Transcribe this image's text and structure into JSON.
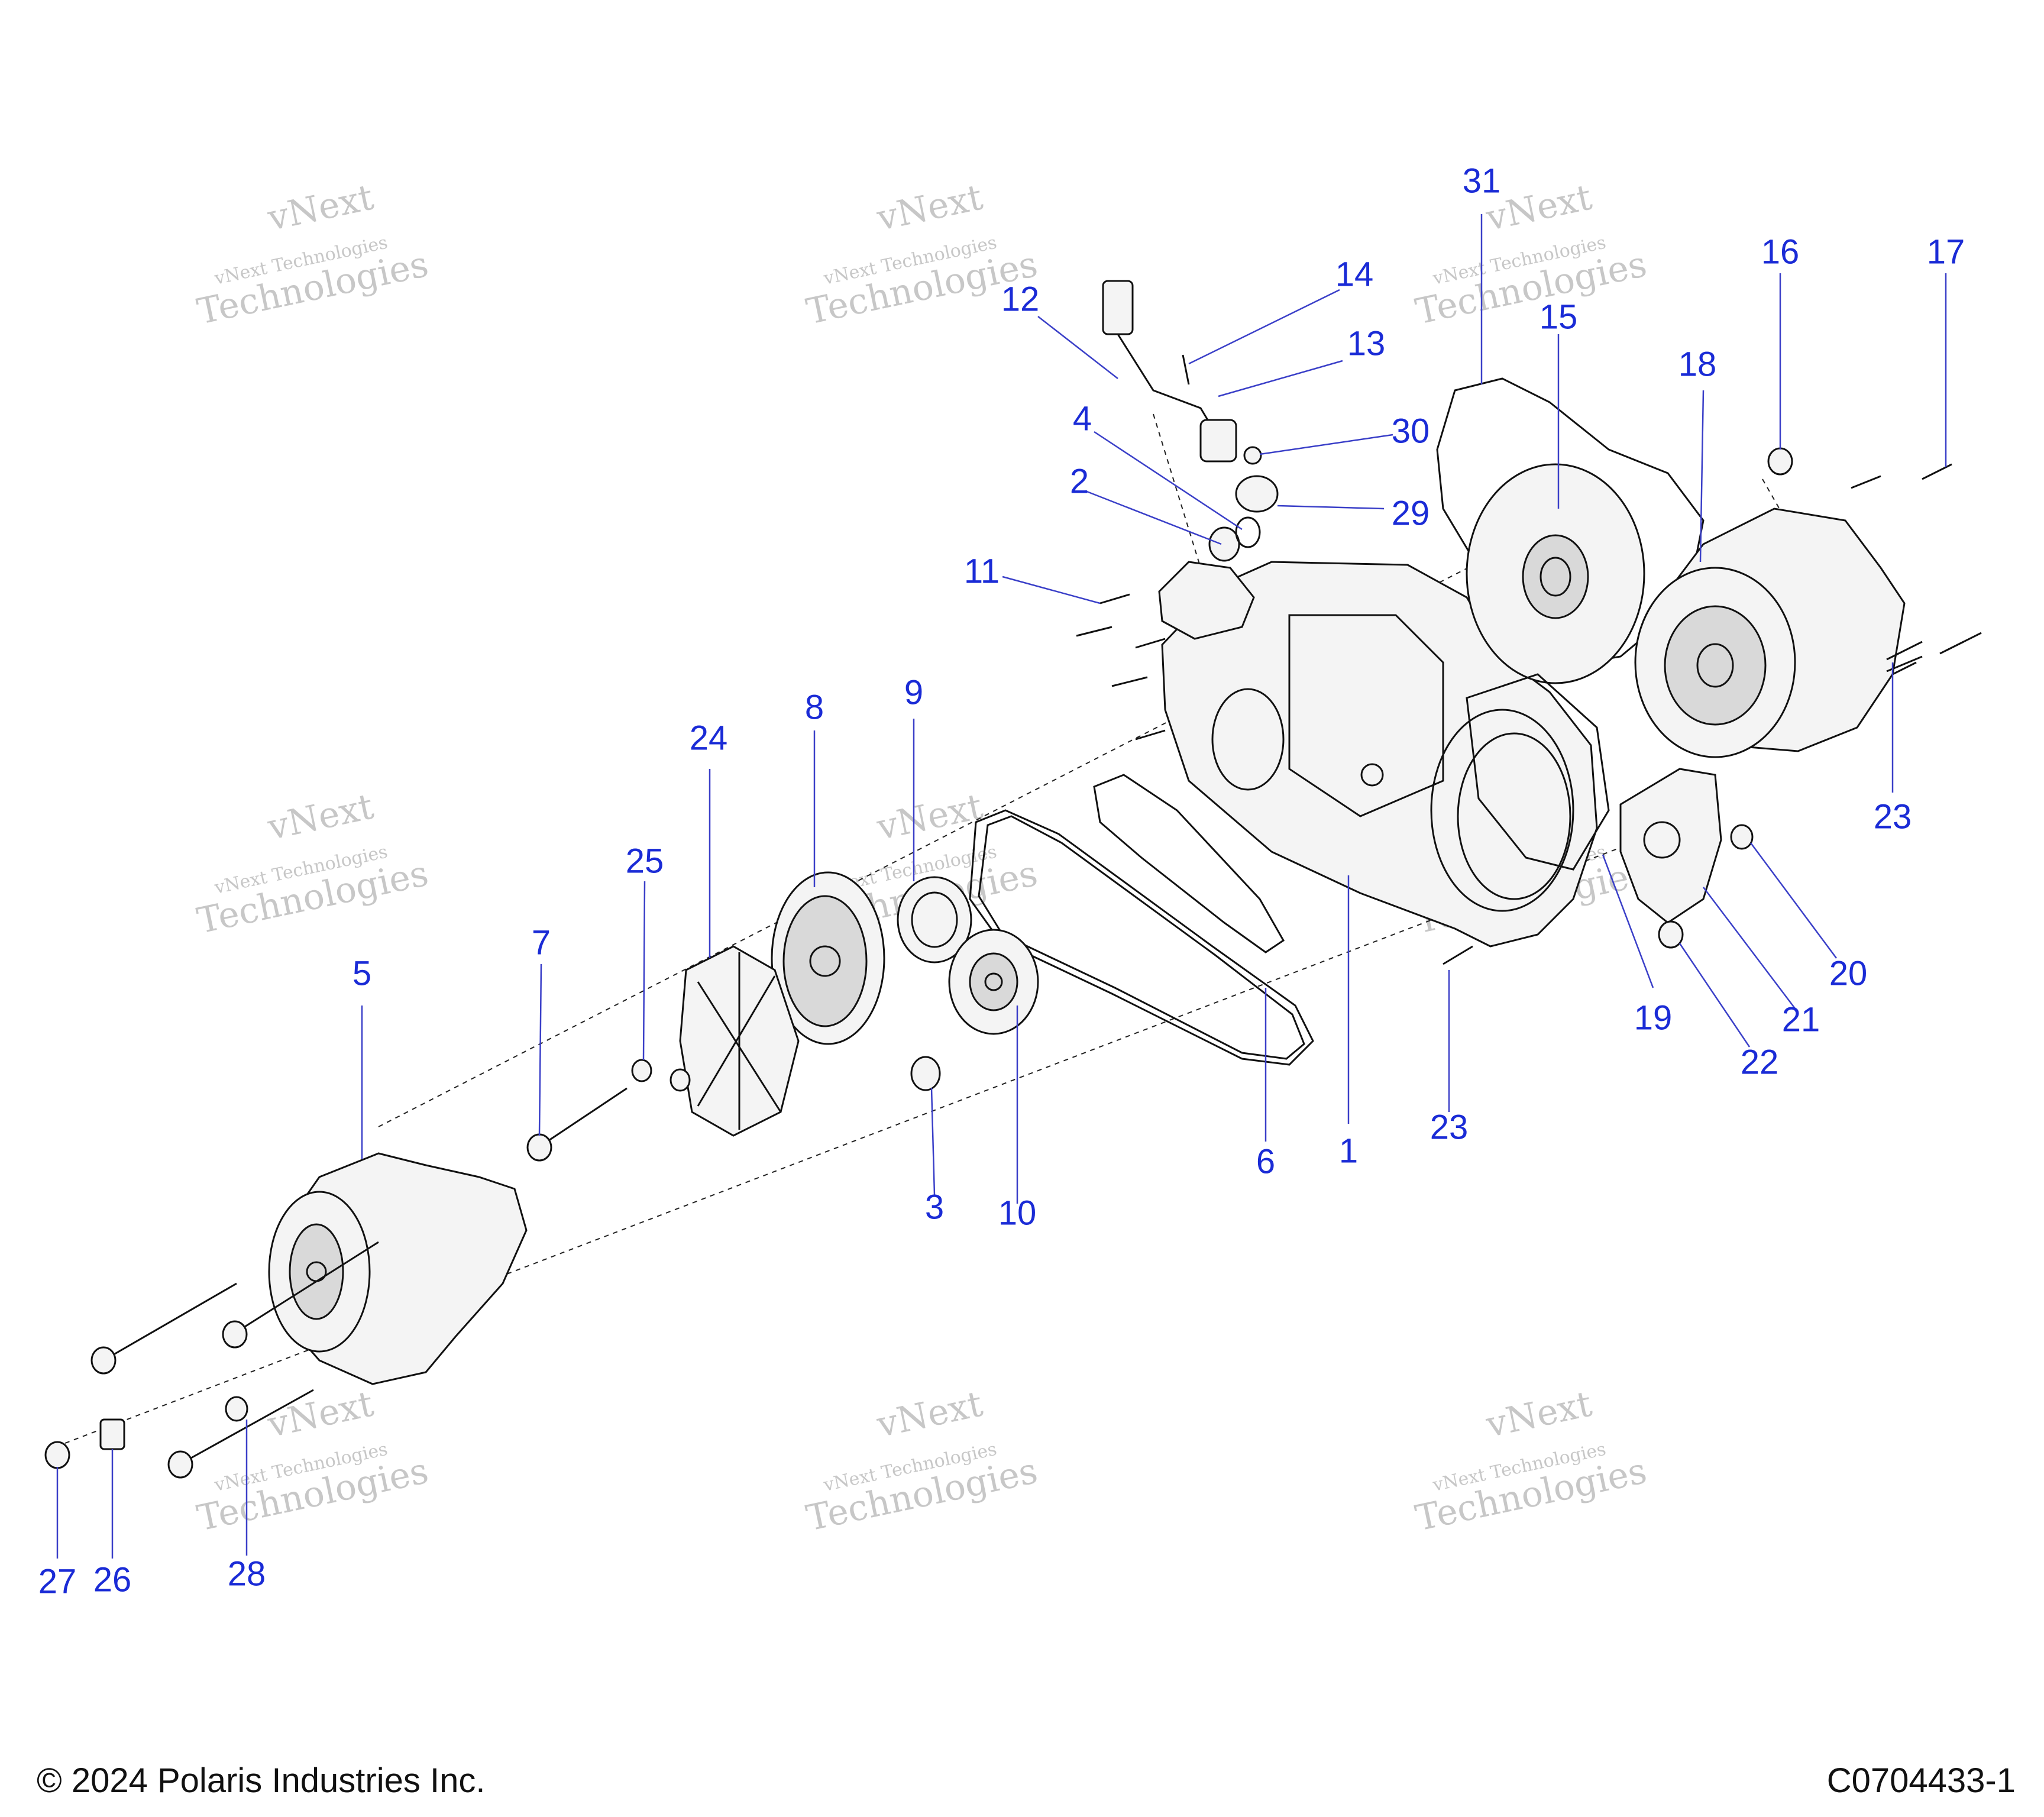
{
  "footer": {
    "copyright": "© 2024 Polaris Industries Inc.",
    "drawing_code": "C0704433-1"
  },
  "watermark": {
    "line1": "vNext",
    "line2": "vNext Technologies",
    "line3": "Technologies"
  },
  "callouts": [
    "1",
    "2",
    "3",
    "4",
    "5",
    "6",
    "7",
    "8",
    "9",
    "10",
    "11",
    "12",
    "13",
    "14",
    "15",
    "16",
    "17",
    "18",
    "19",
    "20",
    "21",
    "22",
    "23",
    "23",
    "24",
    "25",
    "26",
    "27",
    "28",
    "29",
    "30",
    "31"
  ],
  "colors": {
    "callout_text": "#1a2bd6",
    "leader": "#3a3fc8",
    "line_art": "#111111",
    "watermark": "#9a9a9a"
  }
}
